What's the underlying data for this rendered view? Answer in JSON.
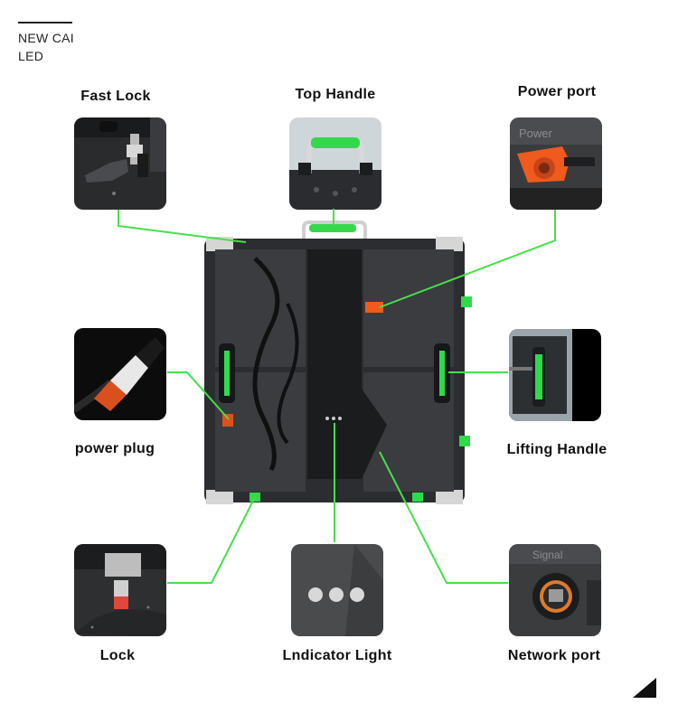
{
  "brand": {
    "line1": "NEW CAI",
    "line2": "LED"
  },
  "callouts": {
    "fast_lock": "Fast Lock",
    "top_handle": "Top Handle",
    "power_port": "Power port",
    "power_plug": "power plug",
    "lifting_handle": "Lifting Handle",
    "lock": "Lock",
    "indicator_light": "Lndicator Light",
    "network_port": "Network port"
  },
  "thumbnail_text": {
    "power": "Power",
    "signal": "Signal"
  },
  "colors": {
    "connector_line": "#46e04a",
    "accent_green": "#2ddc4b",
    "orange": "#f05a1c",
    "cabinet": "#2b2d30",
    "cabinet_dark": "#1b1c1e",
    "panel": "#3a3c40"
  }
}
